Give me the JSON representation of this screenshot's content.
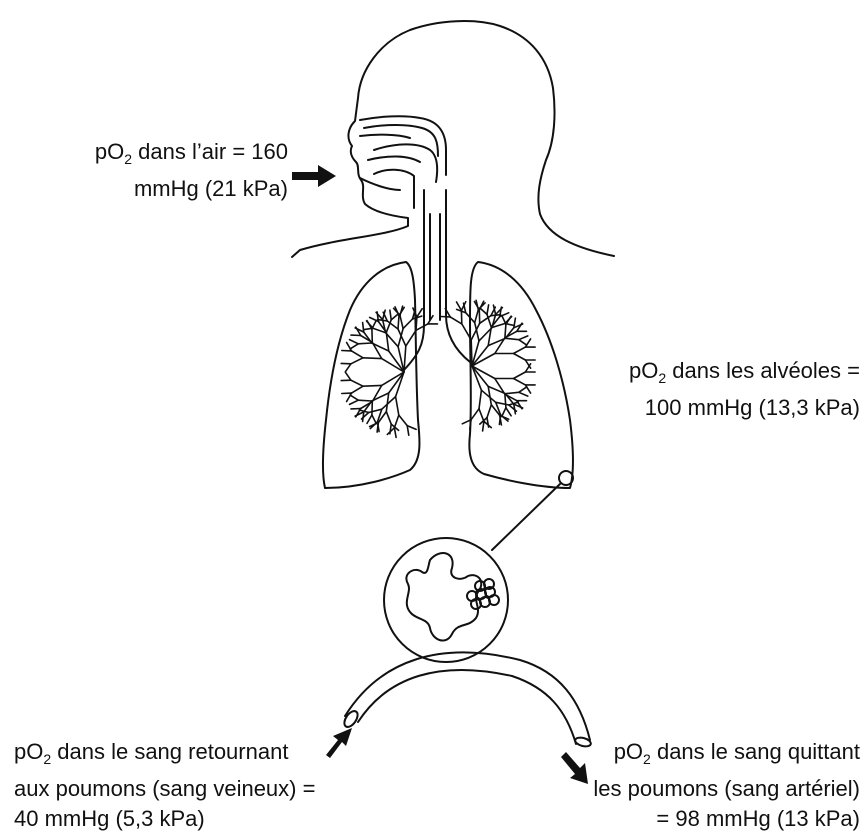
{
  "labels": {
    "air": {
      "pre": "pO",
      "sub": "2",
      "line1": " dans l’air = 160",
      "line2": "mmHg (21 kPa)"
    },
    "alveoles": {
      "pre": "pO",
      "sub": "2",
      "line1": " dans les alvéoles =",
      "line2": "100 mmHg (13,3 kPa)"
    },
    "venous": {
      "pre": "pO",
      "sub": "2",
      "line1": " dans le sang retournant",
      "line2": "aux poumons (sang veineux) =",
      "line3": "40 mmHg (5,3 kPa)"
    },
    "arterial": {
      "pre": "pO",
      "sub": "2",
      "line1": " dans le sang quittant",
      "line2": "les poumons (sang artériel)",
      "line3": "= 98 mmHg (13 kPa)"
    }
  },
  "colors": {
    "ink": "#111111",
    "fill": "#ffffff"
  }
}
